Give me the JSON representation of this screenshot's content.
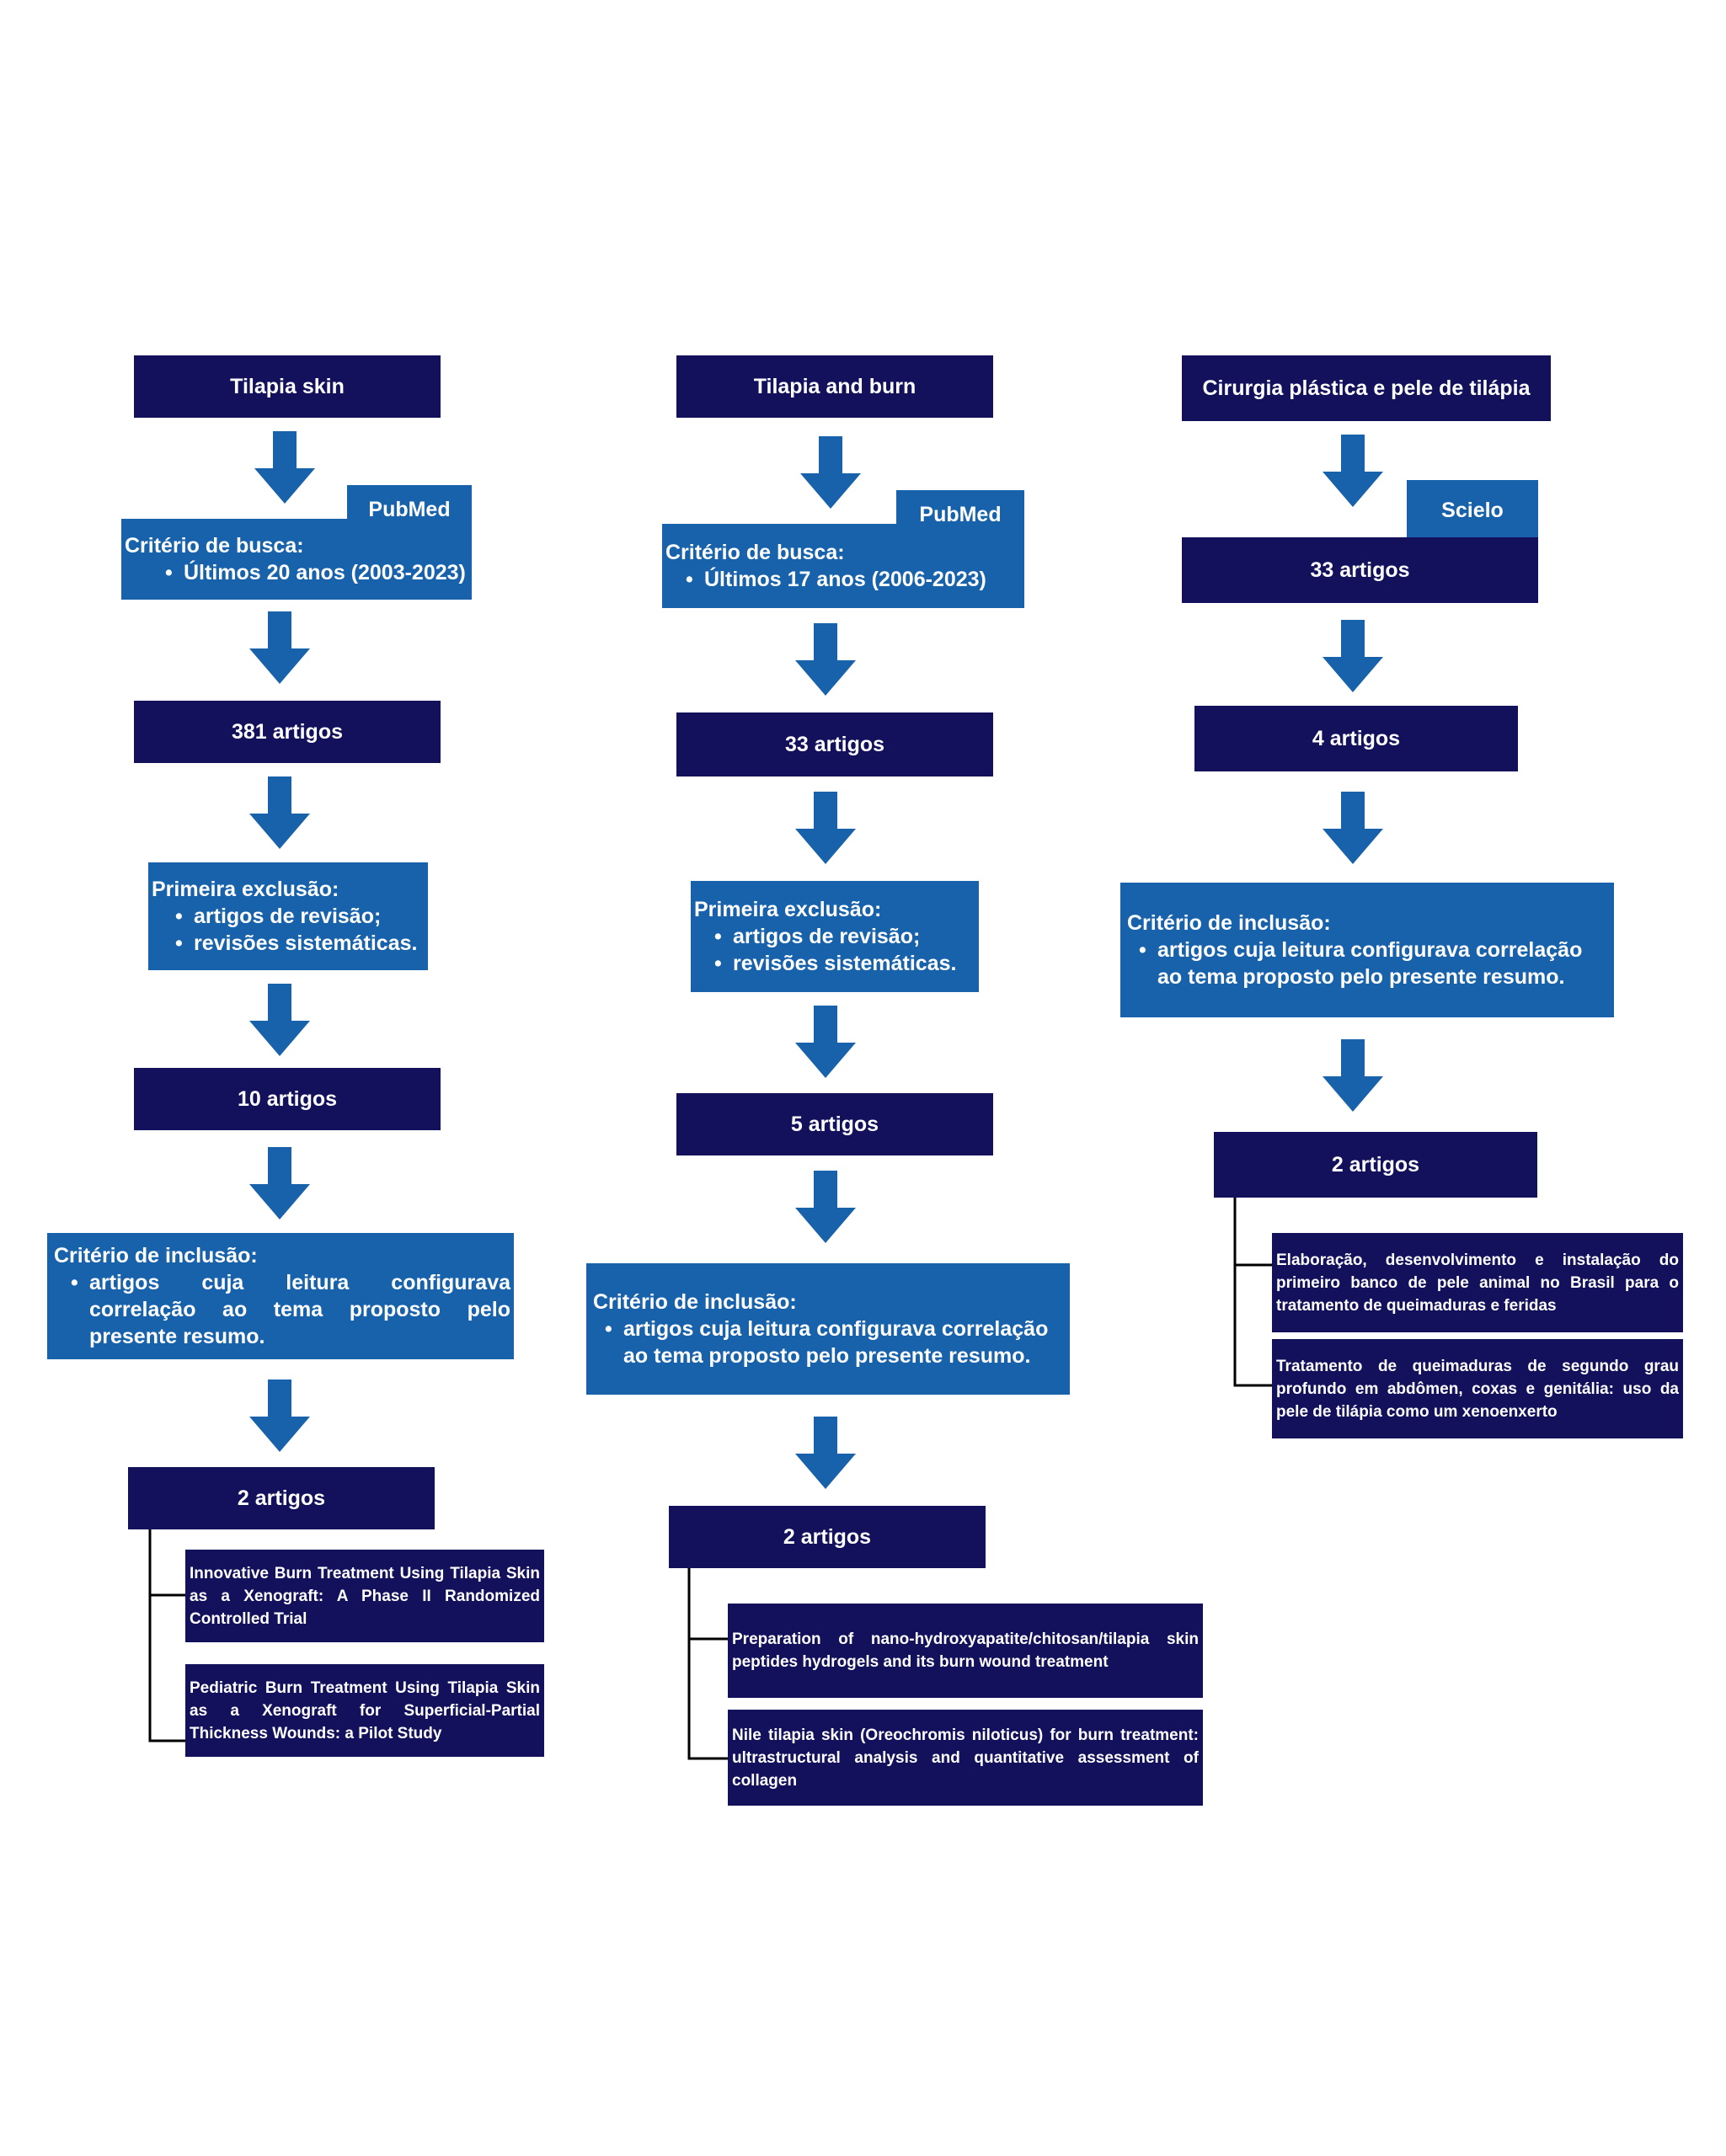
{
  "colors": {
    "dark_box": "#13105c",
    "light_box": "#1762ab",
    "arrow": "#1762ab",
    "line": "#000000"
  },
  "columns": [
    {
      "title": "Tilapia skin",
      "source": "PubMed",
      "search_heading": "Critério de busca:",
      "search_items": [
        "Últimos 20 anos (2003-2023)"
      ],
      "count1": "381 artigos",
      "exclusion_heading": "Primeira exclusão:",
      "exclusion_items": [
        "artigos de revisão;",
        "revisões sistemáticas."
      ],
      "count2": "10 artigos",
      "inclusion_heading": "Critério de inclusão:",
      "inclusion_items": [
        "artigos cuja leitura configurava correlação ao tema proposto pelo presente resumo."
      ],
      "final_count": "2 artigos",
      "results": [
        "Innovative Burn Treatment Using Tilapia Skin as a Xenograft: A Phase II Randomized Controlled Trial",
        "Pediatric Burn Treatment Using Tilapia Skin as a Xenograft for Superficial-Partial Thickness Wounds: a Pilot Study"
      ]
    },
    {
      "title": "Tilapia and burn",
      "source": "PubMed",
      "search_heading": "Critério de busca:",
      "search_items": [
        "Últimos 17 anos (2006-2023)"
      ],
      "count1": "33 artigos",
      "exclusion_heading": "Primeira exclusão:",
      "exclusion_items": [
        "artigos de revisão;",
        "revisões sistemáticas."
      ],
      "count2": "5 artigos",
      "inclusion_heading": "Critério de inclusão:",
      "inclusion_items": [
        "artigos cuja leitura configurava correlação ao tema proposto pelo presente resumo."
      ],
      "final_count": "2 artigos",
      "results": [
        "Preparation of nano-hydroxyapatite/chitosan/tilapia skin peptides hydrogels and its burn wound treatment",
        "Nile tilapia skin (Oreochromis niloticus) for burn treatment: ultrastructural analysis and quantitative assessment of collagen"
      ]
    },
    {
      "title": "Cirurgia plástica e pele de tilápia",
      "source": "Scielo",
      "count1": "33 artigos",
      "count2": "4 artigos",
      "inclusion_heading": "Critério de inclusão:",
      "inclusion_items": [
        "artigos cuja leitura configurava correlação ao tema proposto pelo presente resumo."
      ],
      "final_count": "2 artigos",
      "results": [
        "Elaboração, desenvolvimento e instalação do primeiro banco de pele animal no Brasil para o tratamento de queimaduras e feridas",
        "Tratamento de queimaduras de segundo grau profundo em abdômen, coxas e genitália: uso da pele de tilápia como um xenoenxerto"
      ]
    }
  ]
}
